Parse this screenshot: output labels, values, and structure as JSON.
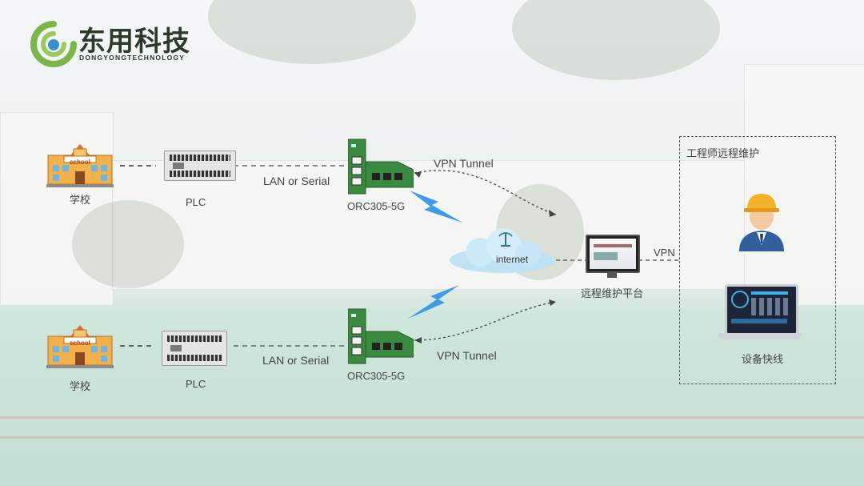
{
  "logo": {
    "text": "东用科技",
    "sub": "DONGYONGTECHNOLOGY"
  },
  "top_row": {
    "school_label": "学校",
    "school_sign": "school",
    "plc_label": "PLC",
    "link_label": "LAN or Serial",
    "router_label": "ORC305-5G",
    "vpn_label": "VPN Tunnel"
  },
  "bottom_row": {
    "school_label": "学校",
    "school_sign": "school",
    "plc_label": "PLC",
    "link_label": "LAN or Serial",
    "router_label": "ORC305-5G",
    "vpn_label": "VPN Tunnel"
  },
  "cloud": {
    "label": "internet"
  },
  "platform": {
    "label": "远程维护平台",
    "vpn_label": "VPN"
  },
  "engineer_box": {
    "title": "工程师远程维护",
    "device_label": "设备快线"
  },
  "colors": {
    "router_green": "#3a8a3f",
    "lightning": "#3f9be8",
    "logo_green": "#7ab648",
    "school_orange": "#e8a23b"
  }
}
